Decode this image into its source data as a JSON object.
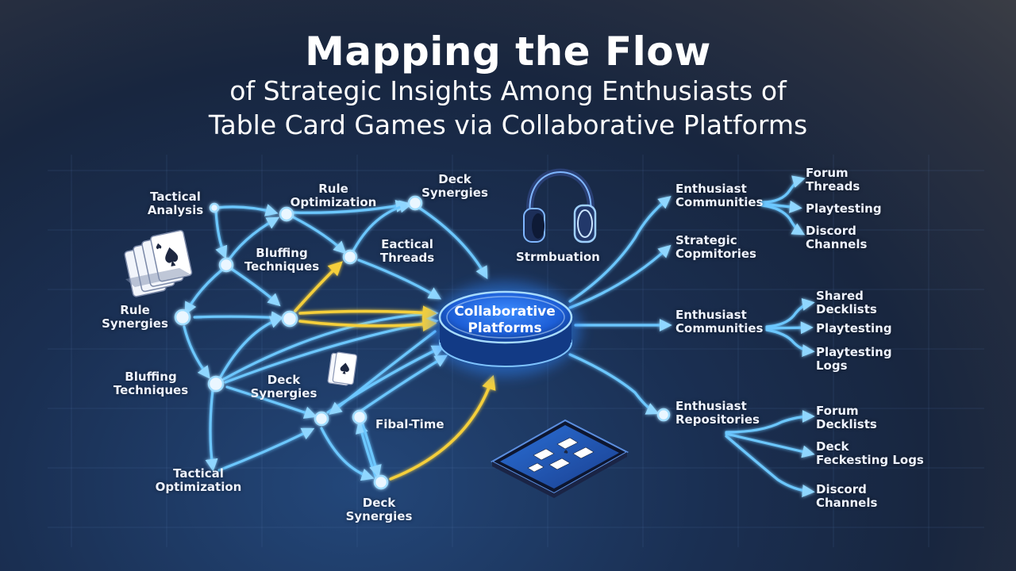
{
  "title": {
    "main": "Mapping the Flow",
    "line2": "of Strategic Insights Among Enthusiasts of",
    "line3": "Table Card Games via Collaborative Platforms"
  },
  "hub": {
    "label": "Collaborative\nPlatforms"
  },
  "icons": [
    "playing-cards-icon",
    "headphones-icon",
    "card-icon",
    "tablet-icon"
  ],
  "left_nodes": {
    "tactical_analysis": "Tactical\nAnalysis",
    "rule_optimization": "Rule\nOptimization",
    "deck_synergies_top": "Deck\nSynergies",
    "bluffing_techniques_top": "Bluffing\nTechniques",
    "eactical_threads": "Eactical\nThreads",
    "rule_synergies": "Rule\nSynergies",
    "bluffing_techniques_bottom": "Bluffing\nTechniques",
    "deck_synergies_mid": "Deck\nSynergies",
    "fibal_time": "Fibal-Time",
    "tactical_optimization": "Tactical\nOptimization",
    "deck_synergies_bottom": "Deck\nSynergies",
    "strmbuation": "Strmbuation"
  },
  "right_nodes": {
    "enthusiast_communities_1": "Enthusiast\nCommunities",
    "forum_threads": "Forum\nThreads",
    "playtesting_1": "Playtesting",
    "discord_channels_1": "Discord\nChannels",
    "strategic_copmitories": "Strategic\nCopmitories",
    "enthusiast_communities_2": "Enthusiast\nCommunities",
    "shared_decklists": "Shared\nDecklists",
    "playtesting_2": "Playtesting",
    "playtesting_logs": "Playtesting Logs",
    "enthusiast_repositories": "Enthusiast\nRepositories",
    "forum_decklists": "Forum\nDecklists",
    "deck_feckesting_logs": "Deck\nFeckesting Logs",
    "discord_channels_2": "Discord\nChannels"
  },
  "colors": {
    "flow_blue": "#6cc7ff",
    "flow_yellow": "#f5cf3a",
    "node_glow": "#8fd4ff",
    "hub_blue": "#2f86ff"
  }
}
